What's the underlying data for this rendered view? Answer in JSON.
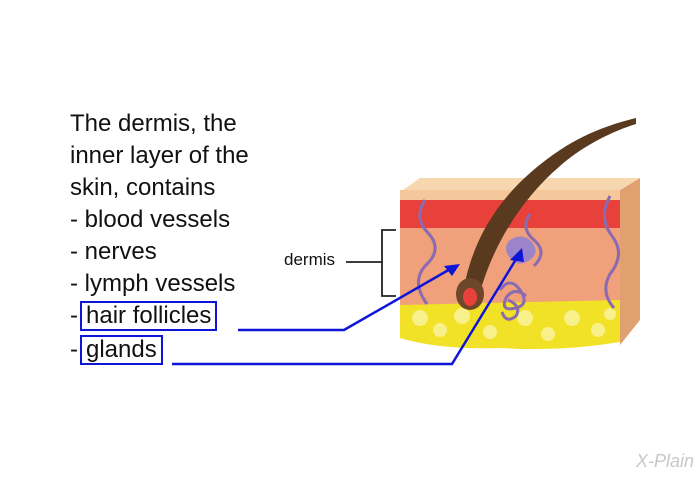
{
  "intro": {
    "line1": "The dermis, the",
    "line2": "inner layer of the",
    "line3": "skin, contains"
  },
  "list": {
    "prefix": "- ",
    "items": [
      "blood vessels",
      "nerves",
      "lymph vessels",
      "hair follicles",
      "glands"
    ]
  },
  "diagram": {
    "label_dermis": "dermis"
  },
  "logo": {
    "text": "X-Plain"
  },
  "colors": {
    "highlight_blue": "#0f15d6",
    "epidermis": "#f4c89a",
    "dermis_top": "#e8403a",
    "dermis": "#f0a07a",
    "fat": "#f2e227",
    "hair": "#5a3a1e",
    "vessel": "#8a6ab0"
  }
}
